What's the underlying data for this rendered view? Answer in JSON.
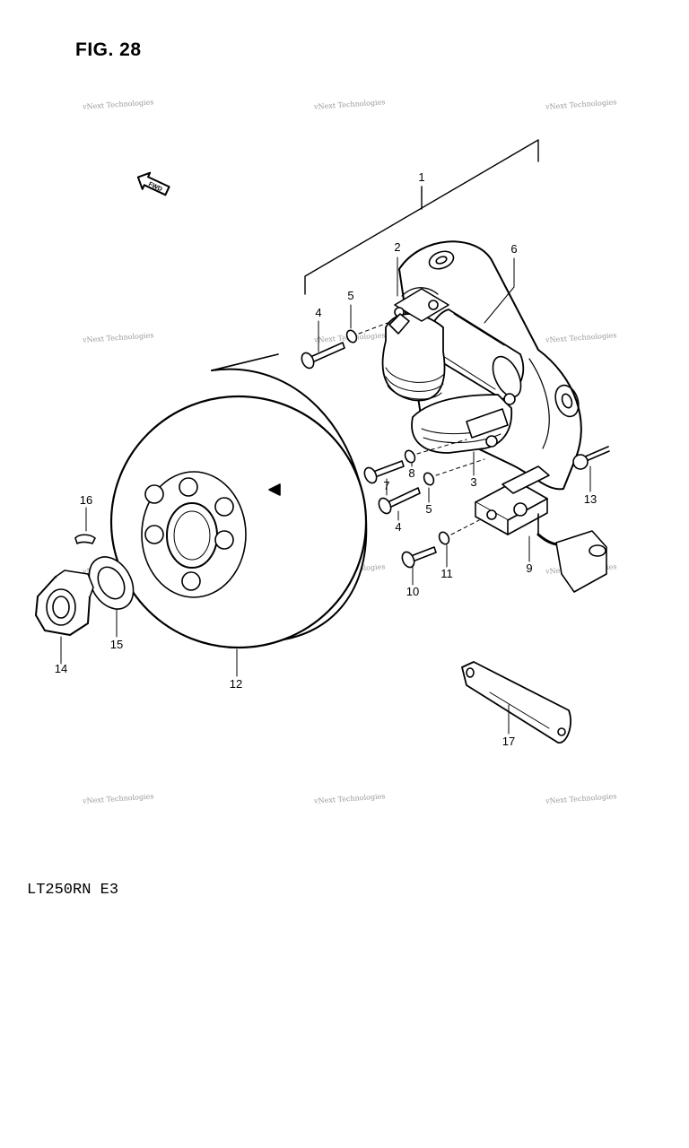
{
  "figure": {
    "title": "FIG. 28",
    "model_code": "LT250RN  E3"
  },
  "fwd_label": "FWD",
  "watermark_text": "vNext Technologies",
  "callouts": [
    "1",
    "2",
    "3",
    "4",
    "4",
    "5",
    "5",
    "6",
    "7",
    "8",
    "9",
    "10",
    "11",
    "12",
    "13",
    "14",
    "15",
    "16",
    "17"
  ]
}
